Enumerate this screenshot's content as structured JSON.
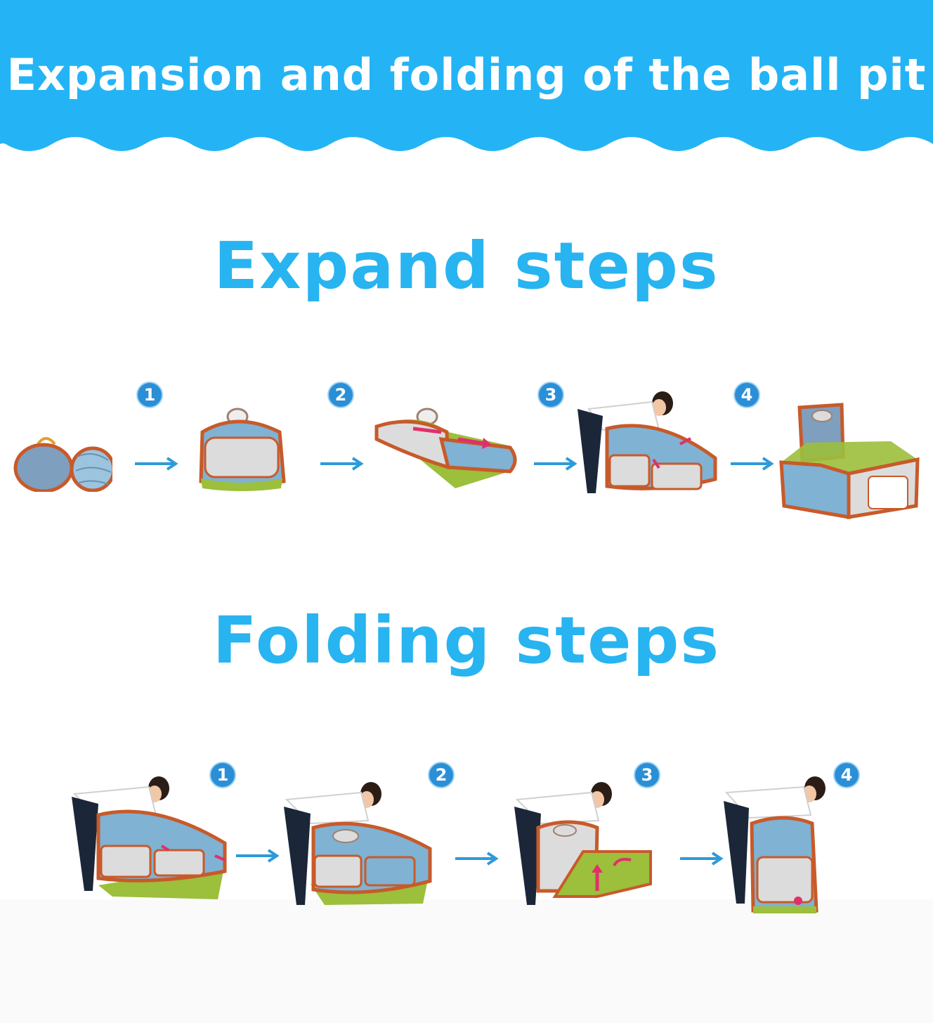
{
  "header": {
    "title": "Expansion and folding of the ball pit"
  },
  "expand": {
    "title": "Expand steps",
    "steps": [
      "1",
      "2",
      "3",
      "4"
    ]
  },
  "fold": {
    "title": "Folding steps",
    "steps": [
      "1",
      "2",
      "3",
      "4"
    ]
  },
  "colors": {
    "banner": "#24b4f5",
    "title_blue": "#28b4f0",
    "badge": "#2a8fd6",
    "arrow": "#2f9ad8",
    "tent_blue": "#7fb2d3",
    "tent_gray": "#dcdcdc",
    "tent_green": "#9cbf3c",
    "tent_trim": "#c85a2a"
  }
}
